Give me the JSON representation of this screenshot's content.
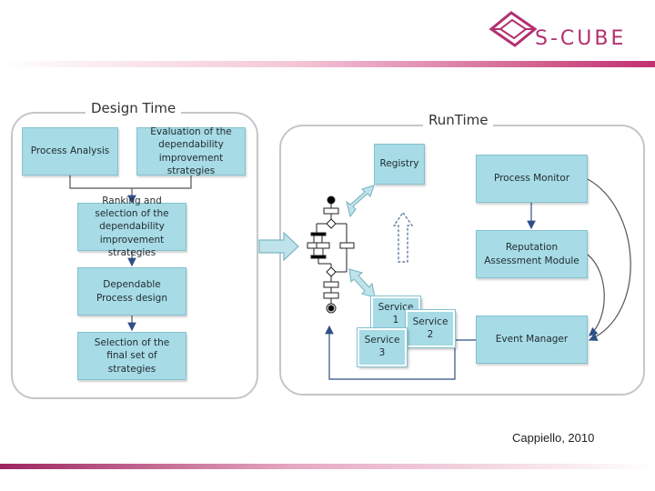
{
  "logo": {
    "text": "S-CUBE",
    "color": "#b3306f"
  },
  "credit": "Cappiello, 2010",
  "design_time": {
    "title": "Design Time",
    "boxes": {
      "process_analysis": "Process Analysis",
      "evaluation": "Evaluation of the dependability improvement strategies",
      "ranking": "Ranking  and selection of the dependability improvement strategies",
      "dependable_design": "Dependable Process design",
      "selection": "Selection of the final set of strategies"
    }
  },
  "run_time": {
    "title": "RunTime",
    "boxes": {
      "registry": "Registry",
      "process_monitor": "Process Monitor",
      "reputation": "Reputation Assessment Module",
      "event_manager": "Event Manager"
    },
    "services": {
      "service1": "Service 1",
      "service2": "Service 2",
      "service3": "Service 3"
    }
  },
  "colors": {
    "box_fill": "#a7dbe5",
    "box_border": "#84c2cf",
    "panel_border": "#c3c7c9",
    "arrow_fill": "#bfe3ea"
  }
}
